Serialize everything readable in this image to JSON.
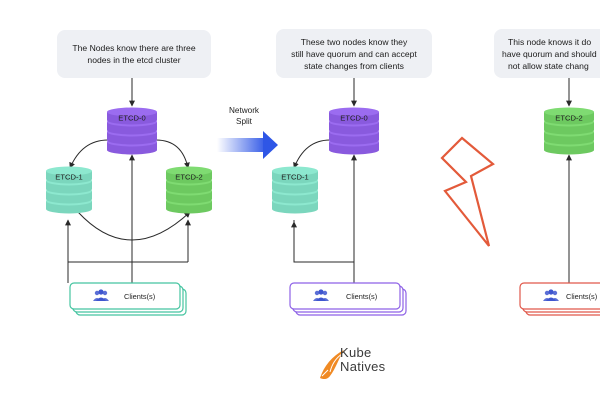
{
  "notes": {
    "panel1": [
      "The Nodes know there are three",
      "nodes in the etcd cluster"
    ],
    "panel2": [
      "These two nodes know they",
      "still have quorum and can accept",
      "state changes from clients"
    ],
    "panel3": [
      "This node knows it do",
      "have quorum and should",
      "not allow state chang"
    ]
  },
  "nodes": {
    "etcd0": "ETCD-0",
    "etcd1": "ETCD-1",
    "etcd2": "ETCD-2"
  },
  "network_split": [
    "Network",
    "Split"
  ],
  "clients_label": "Clients(s)",
  "brand": [
    "Kube",
    "Natives"
  ],
  "colors": {
    "etcd0": "#9b6cf0",
    "etcd1": "#8de8cf",
    "etcd2": "#7fdb72",
    "clients_green": "#45c4a0",
    "clients_purple": "#8e62e6",
    "clients_red": "#e0584a",
    "arrow_blue": "#2e56e6",
    "bolt": "#e35a3a"
  }
}
